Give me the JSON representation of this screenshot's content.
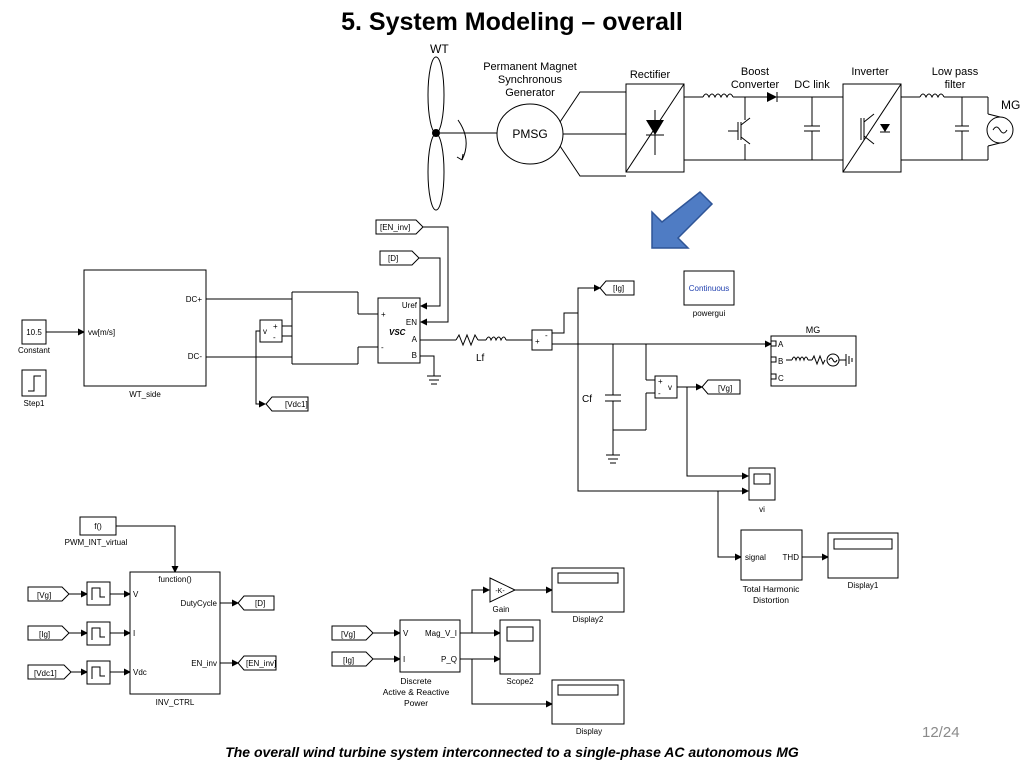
{
  "slide": {
    "title": "5. System Modeling – overall",
    "caption": "The  overall wind turbine system interconnected to a single-phase AC autonomous MG",
    "page_number": "12/24"
  },
  "physical": {
    "wt": "WT",
    "pmsg_desc": [
      "Permanent Magnet",
      "Synchronous",
      "Generator"
    ],
    "pmsg": "PMSG",
    "rectifier": "Rectifier",
    "boost": [
      "Boost",
      "Converter"
    ],
    "dclink": "DC link",
    "inverter": "Inverter",
    "lpf": [
      "Low pass",
      "filter"
    ],
    "mg": "MG"
  },
  "model": {
    "constant_value": "10.5",
    "constant_label": "Constant",
    "step_label": "Step1",
    "wt_in": "vw[m/s]",
    "wt_dcp": "DC+",
    "wt_dcm": "DC-",
    "wt_label": "WT_side",
    "vm_v": "v",
    "vm_p": "+",
    "vm_m": "-",
    "tag_vdc1": "[Vdc1]",
    "tag_en_inv": "[EN_inv]",
    "tag_d": "[D]",
    "tag_ig": "[Ig]",
    "tag_vg": "[Vg]",
    "vsc_plus": "+",
    "vsc_minus": "-",
    "vsc_uref": "Uref",
    "vsc_en": "EN",
    "vsc_a": "A",
    "vsc_b": "B",
    "vsc_name": "VSC",
    "lf_label": "Lf",
    "cf_label": "Cf",
    "cm_plus": "+",
    "cm_minus": "-",
    "continuous": "Continuous",
    "powergui": "powergui",
    "mg_title": "MG",
    "mg_a": "A",
    "mg_b": "B",
    "mg_c": "C",
    "vi_label": "vi",
    "thd_in": "signal",
    "thd_out": "THD",
    "thd_label": [
      "Total Harmonic",
      "Distortion"
    ],
    "display1": "Display1",
    "fcn": "f()",
    "pwm_label": "PWM_INT_virtual",
    "inv_top": "function()",
    "inv_v": "V",
    "inv_i": "I",
    "inv_vdc": "Vdc",
    "inv_duty": "DutyCycle",
    "inv_en": "EN_inv",
    "inv_label": "INV_CTRL",
    "gain": "-K-",
    "gain_label": "Gain",
    "display2": "Display2",
    "pq_v": "V",
    "pq_i": "I",
    "pq_mag": "Mag_V_I",
    "pq_pq": "P_Q",
    "pq_label": [
      "Discrete",
      "Active  & Reactive",
      "Power"
    ],
    "scope2": "Scope2",
    "display": "Display"
  }
}
